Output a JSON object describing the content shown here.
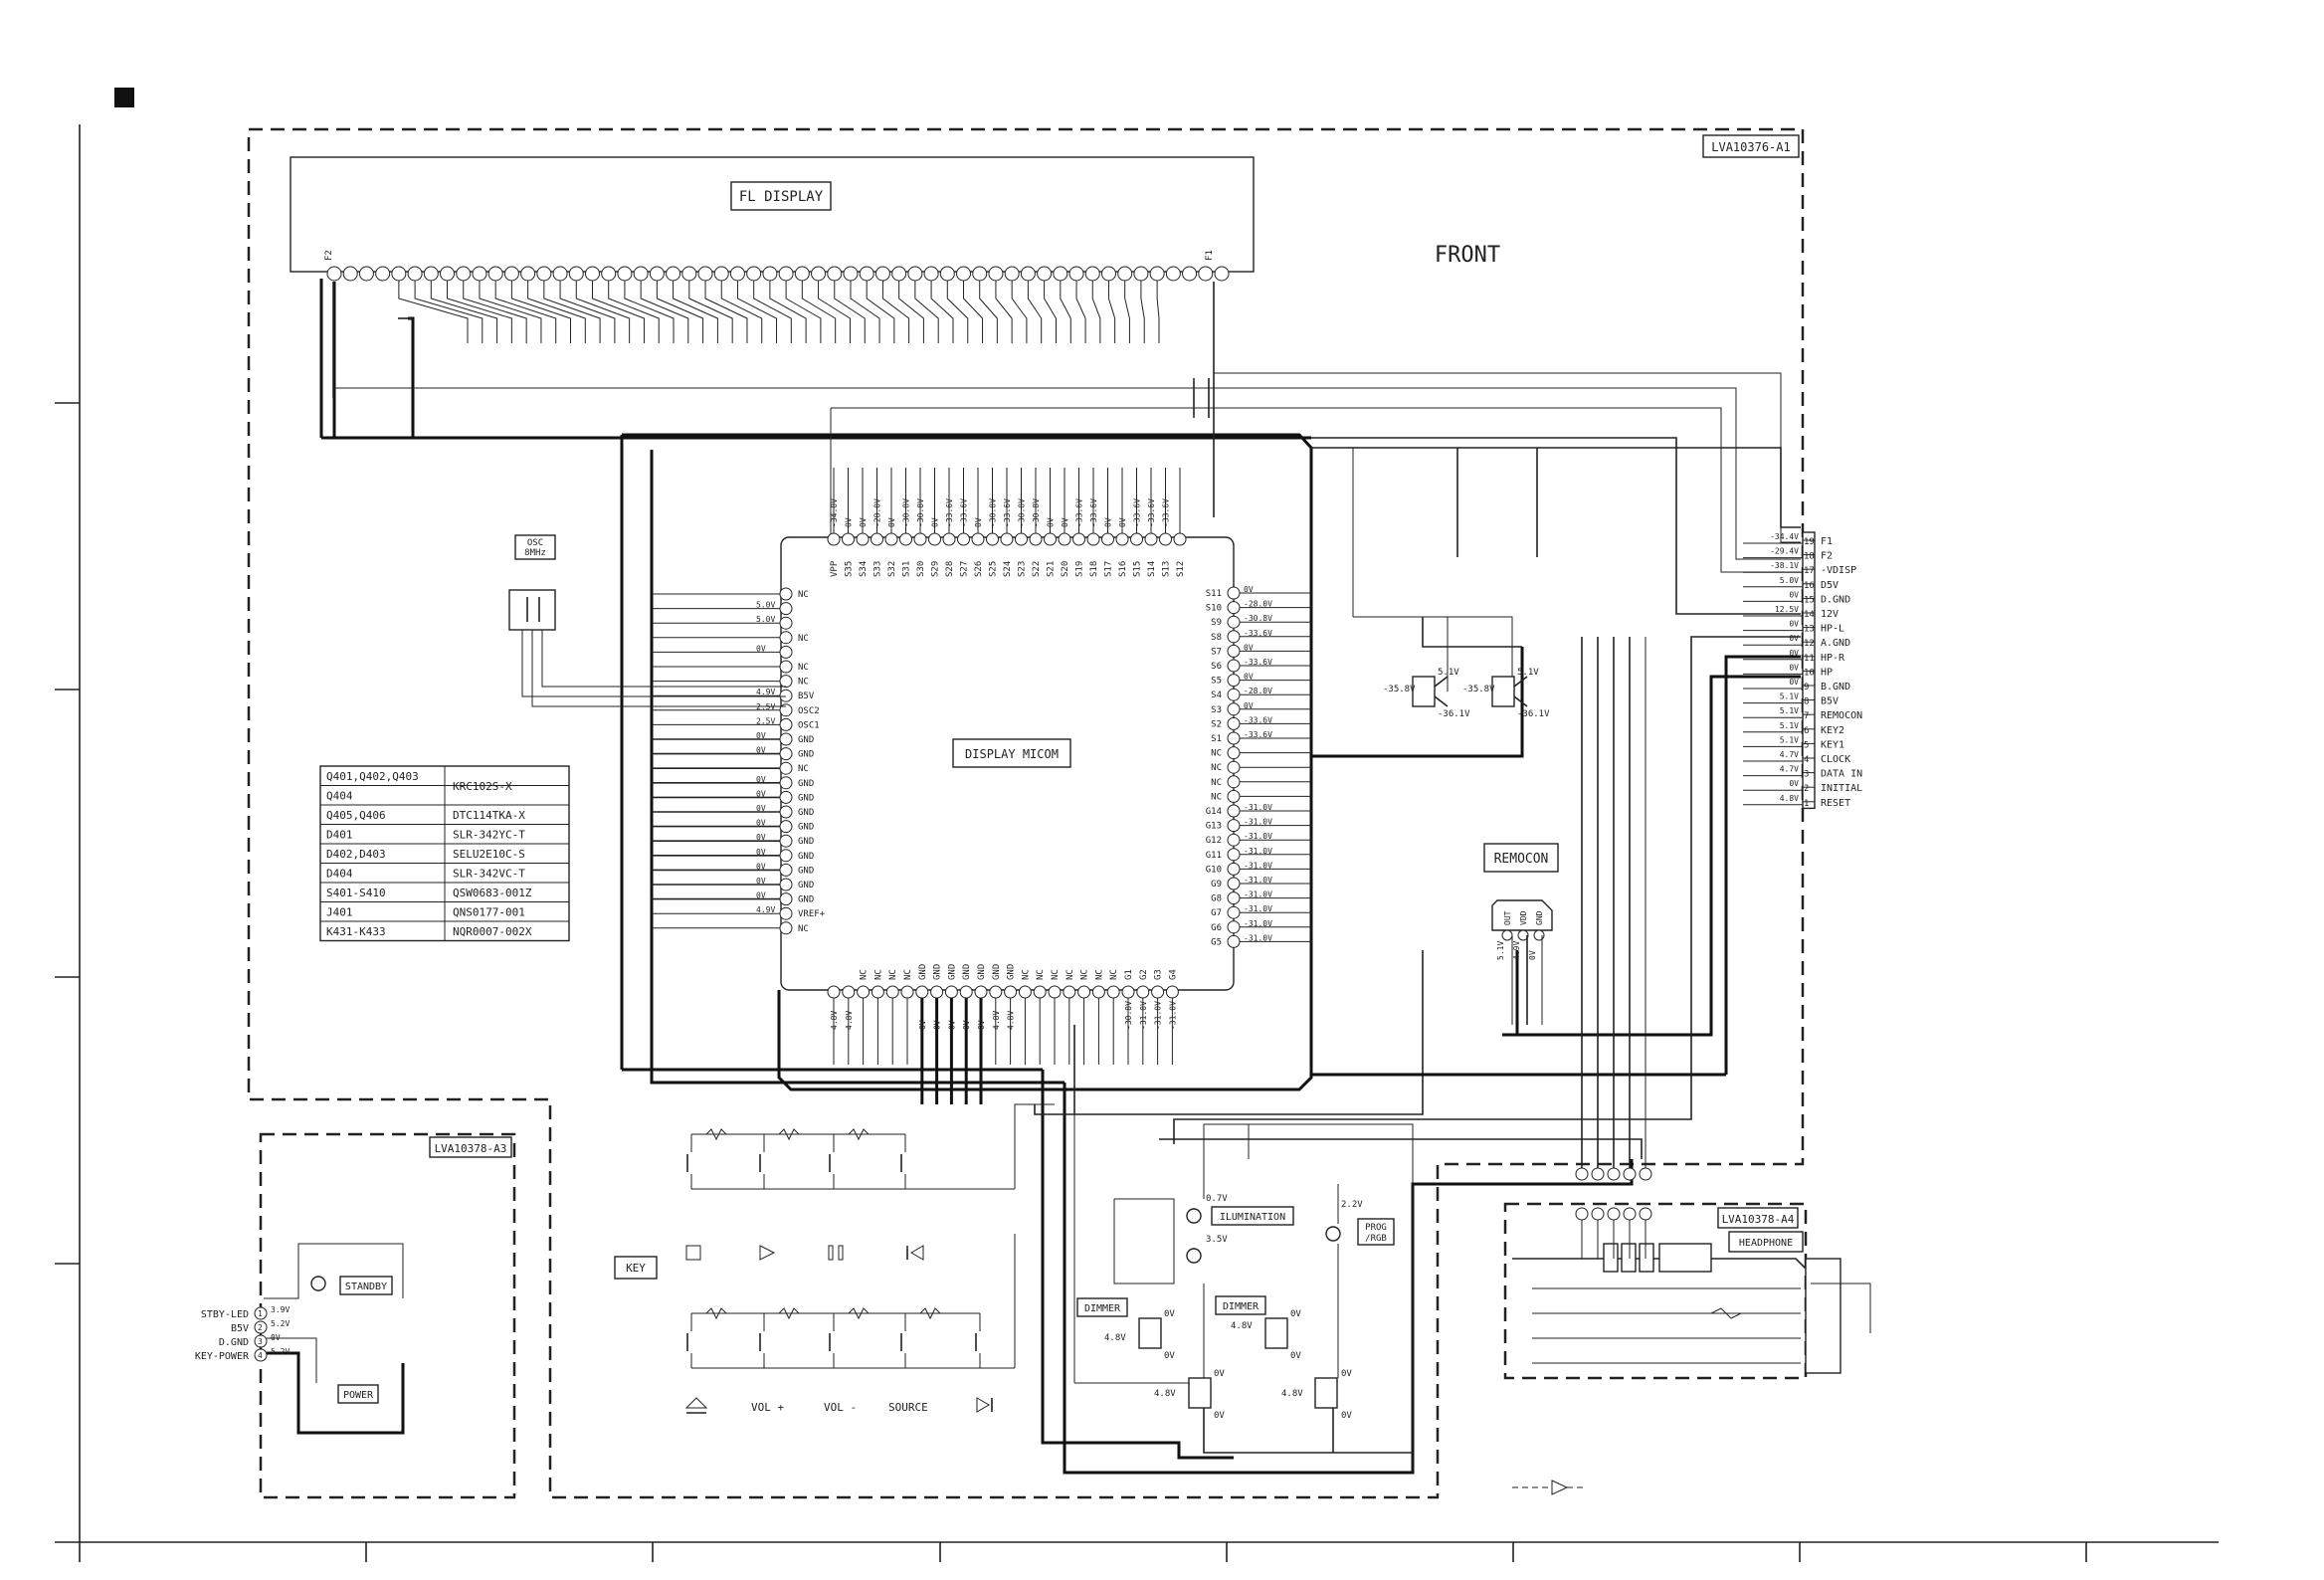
{
  "labels": {
    "fl_display": "FL DISPLAY",
    "front": "FRONT",
    "board_a1": "LVA10376-A1",
    "board_a3": "LVA10378-A3",
    "board_a4": "LVA10378-A4",
    "osc": "OSC",
    "osc_freq": "8MHz",
    "micom": "DISPLAY MICOM",
    "remocon": "REMOCON",
    "key": "KEY",
    "standby": "STANDBY",
    "power": "POWER",
    "illumination": "ILUMINATION",
    "prog_1": "PROG",
    "prog_2": "/RGB",
    "dimmer_1": "DIMMER",
    "dimmer_2": "DIMMER",
    "headphone": "HEADPHONE",
    "f2": "F2",
    "f1": "F1"
  },
  "parts_table": [
    {
      "ref": "Q401,Q402,Q403",
      "part": "KRC102S-X"
    },
    {
      "ref": "Q404",
      "part": ""
    },
    {
      "ref": "Q405,Q406",
      "part": "DTC114TKA-X"
    },
    {
      "ref": "D401",
      "part": "SLR-342YC-T"
    },
    {
      "ref": "D402,D403",
      "part": "SELU2E10C-S"
    },
    {
      "ref": "D404",
      "part": "SLR-342VC-T"
    },
    {
      "ref": "S401-S410",
      "part": "QSW0683-001Z"
    },
    {
      "ref": "J401",
      "part": "QNS0177-001"
    },
    {
      "ref": "K431-K433",
      "part": "NQR0007-002X"
    }
  ],
  "micom_left_pins": [
    {
      "v": "",
      "n": "NC"
    },
    {
      "v": "5.0V",
      "n": ""
    },
    {
      "v": "5.0V",
      "n": ""
    },
    {
      "v": "",
      "n": "NC"
    },
    {
      "v": "0V",
      "n": ""
    },
    {
      "v": "",
      "n": "NC"
    },
    {
      "v": "",
      "n": "NC"
    },
    {
      "v": "4.9V",
      "n": "B5V"
    },
    {
      "v": "2.5V",
      "n": "OSC2"
    },
    {
      "v": "2.5V",
      "n": "OSC1"
    },
    {
      "v": "0V",
      "n": "GND"
    },
    {
      "v": "0V",
      "n": "GND"
    },
    {
      "v": "",
      "n": "NC"
    },
    {
      "v": "0V",
      "n": "GND"
    },
    {
      "v": "0V",
      "n": "GND"
    },
    {
      "v": "0V",
      "n": "GND"
    },
    {
      "v": "0V",
      "n": "GND"
    },
    {
      "v": "0V",
      "n": "GND"
    },
    {
      "v": "0V",
      "n": "GND"
    },
    {
      "v": "0V",
      "n": "GND"
    },
    {
      "v": "0V",
      "n": "GND"
    },
    {
      "v": "0V",
      "n": "GND"
    },
    {
      "v": "4.9V",
      "n": "VREF+"
    },
    {
      "v": "",
      "n": "NC"
    }
  ],
  "micom_right_pins": [
    {
      "n": "S11",
      "v": "0V"
    },
    {
      "n": "S10",
      "v": "-28.0V"
    },
    {
      "n": "S9",
      "v": "-30.8V"
    },
    {
      "n": "S8",
      "v": "-33.6V"
    },
    {
      "n": "S7",
      "v": "0V"
    },
    {
      "n": "S6",
      "v": "-33.6V"
    },
    {
      "n": "S5",
      "v": "0V"
    },
    {
      "n": "S4",
      "v": "-28.0V"
    },
    {
      "n": "S3",
      "v": "0V"
    },
    {
      "n": "S2",
      "v": "-33.6V"
    },
    {
      "n": "S1",
      "v": "-33.6V"
    },
    {
      "n": "NC",
      "v": ""
    },
    {
      "n": "NC",
      "v": ""
    },
    {
      "n": "NC",
      "v": ""
    },
    {
      "n": "NC",
      "v": ""
    },
    {
      "n": "G14",
      "v": "-31.0V"
    },
    {
      "n": "G13",
      "v": "-31.0V"
    },
    {
      "n": "G12",
      "v": "-31.0V"
    },
    {
      "n": "G11",
      "v": "-31.0V"
    },
    {
      "n": "G10",
      "v": "-31.0V"
    },
    {
      "n": "G9",
      "v": "-31.0V"
    },
    {
      "n": "G8",
      "v": "-31.0V"
    },
    {
      "n": "G7",
      "v": "-31.0V"
    },
    {
      "n": "G6",
      "v": "-31.0V"
    },
    {
      "n": "G5",
      "v": "-31.0V"
    }
  ],
  "micom_top_pins": [
    {
      "n": "VPP",
      "v": "-34.0V"
    },
    {
      "n": "S35",
      "v": "0V"
    },
    {
      "n": "S34",
      "v": "0V"
    },
    {
      "n": "S33",
      "v": "-28.0V"
    },
    {
      "n": "S32",
      "v": "0V"
    },
    {
      "n": "S31",
      "v": "-30.8V"
    },
    {
      "n": "S30",
      "v": "-30.8V"
    },
    {
      "n": "S29",
      "v": "0V"
    },
    {
      "n": "S28",
      "v": "-33.6V"
    },
    {
      "n": "S27",
      "v": "-33.6V"
    },
    {
      "n": "S26",
      "v": "0V"
    },
    {
      "n": "S25",
      "v": "-30.8V"
    },
    {
      "n": "S24",
      "v": "-33.6V"
    },
    {
      "n": "S23",
      "v": "-30.8V"
    },
    {
      "n": "S22",
      "v": "-30.8V"
    },
    {
      "n": "S21",
      "v": "0V"
    },
    {
      "n": "S20",
      "v": "0V"
    },
    {
      "n": "S19",
      "v": "-33.6V"
    },
    {
      "n": "S18",
      "v": "-33.6V"
    },
    {
      "n": "S17",
      "v": "0V"
    },
    {
      "n": "S16",
      "v": "0V"
    },
    {
      "n": "S15",
      "v": "-33.6V"
    },
    {
      "n": "S14",
      "v": "-33.6V"
    },
    {
      "n": "S13",
      "v": "-33.6V"
    },
    {
      "n": "S12",
      "v": ""
    }
  ],
  "micom_bottom_pins": [
    {
      "n": "",
      "v": "4.8V"
    },
    {
      "n": "",
      "v": "4.8V"
    },
    {
      "n": "NC",
      "v": ""
    },
    {
      "n": "NC",
      "v": ""
    },
    {
      "n": "NC",
      "v": ""
    },
    {
      "n": "NC",
      "v": ""
    },
    {
      "n": "GND",
      "v": "0V"
    },
    {
      "n": "GND",
      "v": "0V"
    },
    {
      "n": "GND",
      "v": "0V"
    },
    {
      "n": "GND",
      "v": "0V"
    },
    {
      "n": "GND",
      "v": "0V"
    },
    {
      "n": "GND",
      "v": "4.8V"
    },
    {
      "n": "GND",
      "v": "4.8V"
    },
    {
      "n": "NC",
      "v": ""
    },
    {
      "n": "NC",
      "v": ""
    },
    {
      "n": "NC",
      "v": ""
    },
    {
      "n": "NC",
      "v": ""
    },
    {
      "n": "NC",
      "v": ""
    },
    {
      "n": "NC",
      "v": ""
    },
    {
      "n": "NC",
      "v": ""
    },
    {
      "n": "G1",
      "v": "-30.8V"
    },
    {
      "n": "G2",
      "v": "-31.0V"
    },
    {
      "n": "G3",
      "v": "-31.0V"
    },
    {
      "n": "G4",
      "v": "-31.0V"
    }
  ],
  "connector_pins": [
    {
      "num": "19",
      "label": "F1",
      "v": "-34.4V"
    },
    {
      "num": "18",
      "label": "F2",
      "v": "-29.4V"
    },
    {
      "num": "17",
      "label": "-VDISP",
      "v": "-38.1V"
    },
    {
      "num": "16",
      "label": "D5V",
      "v": "5.0V"
    },
    {
      "num": "15",
      "label": "D.GND",
      "v": "0V"
    },
    {
      "num": "14",
      "label": "12V",
      "v": "12.5V"
    },
    {
      "num": "13",
      "label": "HP-L",
      "v": "0V"
    },
    {
      "num": "12",
      "label": "A.GND",
      "v": "0V"
    },
    {
      "num": "11",
      "label": "HP-R",
      "v": "0V"
    },
    {
      "num": "10",
      "label": "HP",
      "v": "0V"
    },
    {
      "num": "9",
      "label": "B.GND",
      "v": "0V"
    },
    {
      "num": "8",
      "label": "B5V",
      "v": "5.1V"
    },
    {
      "num": "7",
      "label": "REMOCON",
      "v": "5.1V"
    },
    {
      "num": "6",
      "label": "KEY2",
      "v": "5.1V"
    },
    {
      "num": "5",
      "label": "KEY1",
      "v": "5.1V"
    },
    {
      "num": "4",
      "label": "CLOCK",
      "v": "4.7V"
    },
    {
      "num": "3",
      "label": "DATA IN",
      "v": "4.7V"
    },
    {
      "num": "2",
      "label": "INITIAL",
      "v": "0V"
    },
    {
      "num": "1",
      "label": "RESET",
      "v": "4.8V"
    }
  ],
  "a3_connector": [
    {
      "num": "1",
      "label": "STBY-LED",
      "v": "3.9V"
    },
    {
      "num": "2",
      "label": "B5V",
      "v": "5.2V"
    },
    {
      "num": "3",
      "label": "D.GND",
      "v": "0V"
    },
    {
      "num": "4",
      "label": "KEY-POWER",
      "v": "5.2V"
    }
  ],
  "key_labels": [
    "VOL +",
    "VOL -",
    "SOURCE"
  ],
  "remocon_pins": [
    "OUT",
    "VDD",
    "GND"
  ],
  "remocon_volts": [
    "5.1V",
    "4.9V",
    "0V"
  ],
  "transistor_volts": {
    "q1_left": "-35.8V",
    "q1_top": "5.1V",
    "q1_bot": "-36.1V",
    "q2_left": "-35.8V",
    "q2_top": "5.1V",
    "q2_bot": "-36.1V",
    "illum_top": "0.7V",
    "illum_bot": "3.5V",
    "prog": "2.2V",
    "dim1_b": "4.8V",
    "dim1_c": "0V",
    "dim1_e": "0V",
    "dim2_b": "4.8V",
    "dim2_c": "0V",
    "dim2_e": "0V",
    "dim3_b": "4.8V",
    "dim3_c": "0V",
    "dim3_e": "0V",
    "dim4_b": "4.8V",
    "dim4_c": "0V",
    "dim4_e": "0V"
  },
  "colors": {
    "ink": "#222222",
    "background": "#ffffff"
  }
}
